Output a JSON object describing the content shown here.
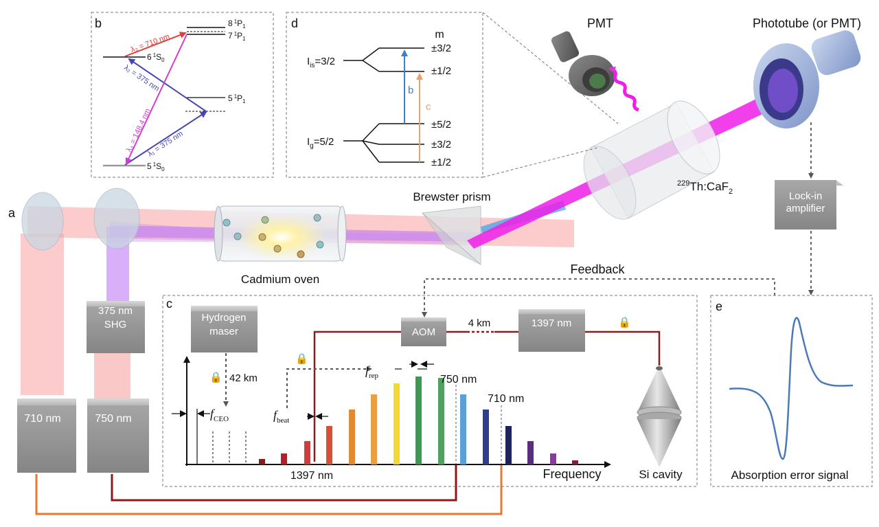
{
  "panels": {
    "a": "a",
    "b": "b",
    "c": "c",
    "d": "d",
    "e": "e"
  },
  "colors": {
    "violet": "#b96ef5",
    "magenta": "#ee1ee8",
    "blue_arrow": "#4646b8",
    "red_arrow": "#e03c3c",
    "pink_arrow": "#d23cd2",
    "beam_pink": "#f9a3a3",
    "box": "#8e8e8e",
    "wire_dark": "#8b1a1a",
    "wire_orange": "#e27a36",
    "signal": "#4c78b8",
    "b_line": "#3c7fd0",
    "c_line": "#f0a060"
  },
  "optics": {
    "pmt": "PMT",
    "phototube": "Phototube (or PMT)",
    "crystal_sup": "229",
    "crystal_main": "Th:CaF",
    "crystal_sub": "2",
    "brewster": "Brewster prism",
    "oven": "Cadmium oven",
    "lockin_1": "Lock-in",
    "lockin_2": "amplifier",
    "feedback": "Feedback",
    "shg_1": "375 nm",
    "shg_2": "SHG",
    "laser_710": "710 nm",
    "laser_750": "750 nm"
  },
  "levels_b": {
    "lvl_8p": "8",
    "lvl_8p_sup": "1",
    "lvl_8p_t": "P",
    "lvl_7p": "7",
    "lvl_7p_sup": "1",
    "lvl_7p_t": "P",
    "lvl_6s": "6",
    "lvl_6s_sup": "1",
    "lvl_6s_t": "S",
    "lvl_5p": "5",
    "lvl_5p_sup": "1",
    "lvl_5p_t": "P",
    "lvl_5s": "5",
    "lvl_5s_sup": "1",
    "lvl_5s_t": "S",
    "sub_1": "1",
    "sub_0": "0",
    "lambda3": "λ₃ = 710 nm",
    "lambda2": "λ₂ = 375 nm",
    "lambda4": "λ₄ = 148.4 nm",
    "lambda1": "λ₁ = 375 nm"
  },
  "levels_d": {
    "m": "m",
    "iis": "I",
    "iis_sub": "is",
    "iis_val": "=3/2",
    "ig": "I",
    "ig_sub": "g",
    "ig_val": "=5/2",
    "m_is_3": "±3/2",
    "m_is_1": "±1/2",
    "m_g_5": "±5/2",
    "m_g_3": "±3/2",
    "m_g_1": "±1/2",
    "b": "b",
    "c": "c"
  },
  "comb": {
    "maser_1": "Hydrogen",
    "maser_2": "maser",
    "km42": "42 km",
    "aom": "AOM",
    "km4": "4 km",
    "nm1397_box": "1397 nm",
    "frep": "f",
    "frep_sub": "rep",
    "fceo": "f",
    "fceo_sub": "CEO",
    "fbeat": "f",
    "fbeat_sub": "beat",
    "nm750": "750 nm",
    "nm710": "710 nm",
    "nm1397": "1397 nm",
    "frequency": "Frequency",
    "si_cavity": "Si cavity",
    "lock": "🔒"
  },
  "signal": {
    "label": "Absorption error signal"
  }
}
